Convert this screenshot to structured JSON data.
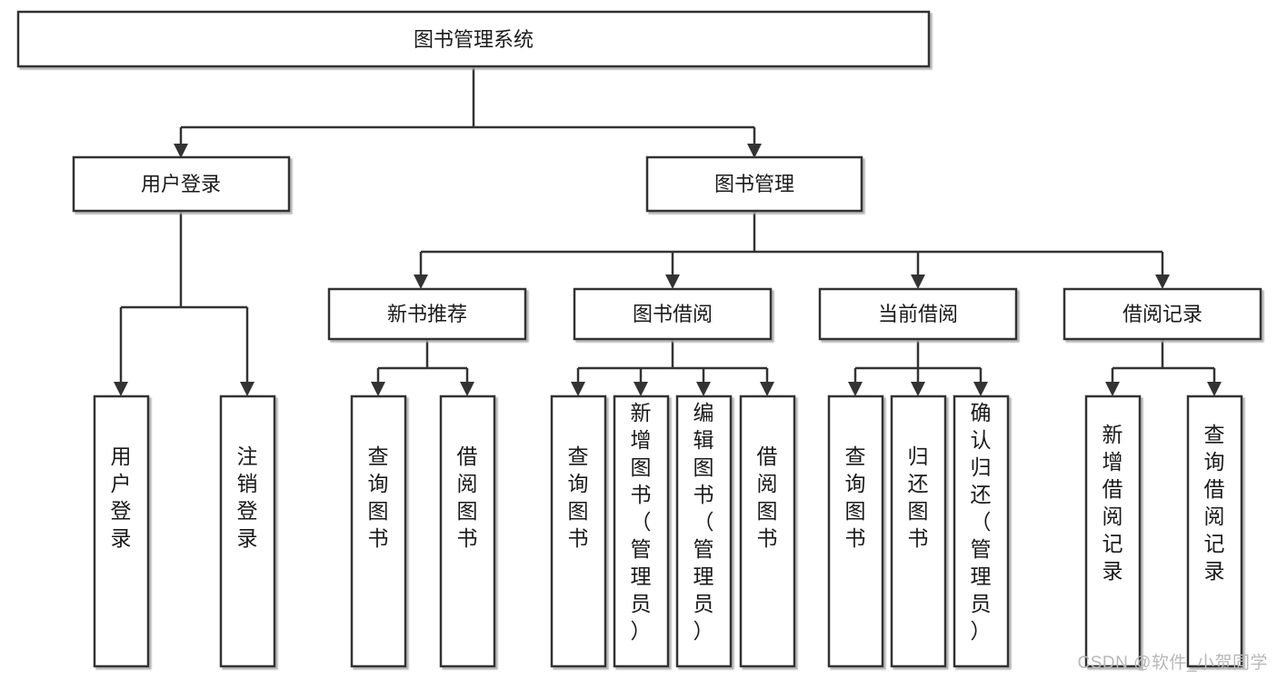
{
  "diagram": {
    "type": "tree-hierarchy-flowchart",
    "title": "图书管理系统",
    "watermark": "CSDN @软件_小贺同学",
    "colors": {
      "background": "#ffffff",
      "box_fill": "#ffffff",
      "box_stroke": "#333333",
      "text": "#1a1a1a",
      "watermark": "#b8b8b8"
    },
    "root": {
      "id": "root",
      "label": "图书管理系统",
      "orientation": "horizontal"
    },
    "level1": [
      {
        "id": "user-login",
        "label": "用户登录",
        "orientation": "horizontal"
      },
      {
        "id": "book-management",
        "label": "图书管理",
        "orientation": "horizontal"
      }
    ],
    "level2": [
      {
        "id": "new-book-recommend",
        "label": "新书推荐",
        "parent": "book-management",
        "orientation": "horizontal"
      },
      {
        "id": "book-borrow",
        "label": "图书借阅",
        "parent": "book-management",
        "orientation": "horizontal"
      },
      {
        "id": "current-borrow",
        "label": "当前借阅",
        "parent": "book-management",
        "orientation": "horizontal"
      },
      {
        "id": "borrow-record",
        "label": "借阅记录",
        "parent": "book-management",
        "orientation": "horizontal"
      }
    ],
    "leaves": [
      {
        "id": "leaf-user-login",
        "label": "用户登录",
        "parent": "user-login",
        "orientation": "vertical"
      },
      {
        "id": "leaf-logout-login",
        "label": "注销登录",
        "parent": "user-login",
        "orientation": "vertical"
      },
      {
        "id": "leaf-query-book-1",
        "label": "查询图书",
        "parent": "new-book-recommend",
        "orientation": "vertical"
      },
      {
        "id": "leaf-borrow-book-1",
        "label": "借阅图书",
        "parent": "new-book-recommend",
        "orientation": "vertical"
      },
      {
        "id": "leaf-query-book-2",
        "label": "查询图书",
        "parent": "book-borrow",
        "orientation": "vertical"
      },
      {
        "id": "leaf-add-book",
        "label": "新增图书（管理员）",
        "parent": "book-borrow",
        "orientation": "vertical"
      },
      {
        "id": "leaf-edit-book",
        "label": "编辑图书（管理员）",
        "parent": "book-borrow",
        "orientation": "vertical"
      },
      {
        "id": "leaf-borrow-book-2",
        "label": "借阅图书",
        "parent": "book-borrow",
        "orientation": "vertical"
      },
      {
        "id": "leaf-query-book-3",
        "label": "查询图书",
        "parent": "current-borrow",
        "orientation": "vertical"
      },
      {
        "id": "leaf-return-book",
        "label": "归还图书",
        "parent": "current-borrow",
        "orientation": "vertical"
      },
      {
        "id": "leaf-confirm-return",
        "label": "确认归还（管理员）",
        "parent": "current-borrow",
        "orientation": "vertical"
      },
      {
        "id": "leaf-add-record",
        "label": "新增借阅记录",
        "parent": "borrow-record",
        "orientation": "vertical"
      },
      {
        "id": "leaf-query-record",
        "label": "查询借阅记录",
        "parent": "borrow-record",
        "orientation": "vertical"
      }
    ]
  }
}
